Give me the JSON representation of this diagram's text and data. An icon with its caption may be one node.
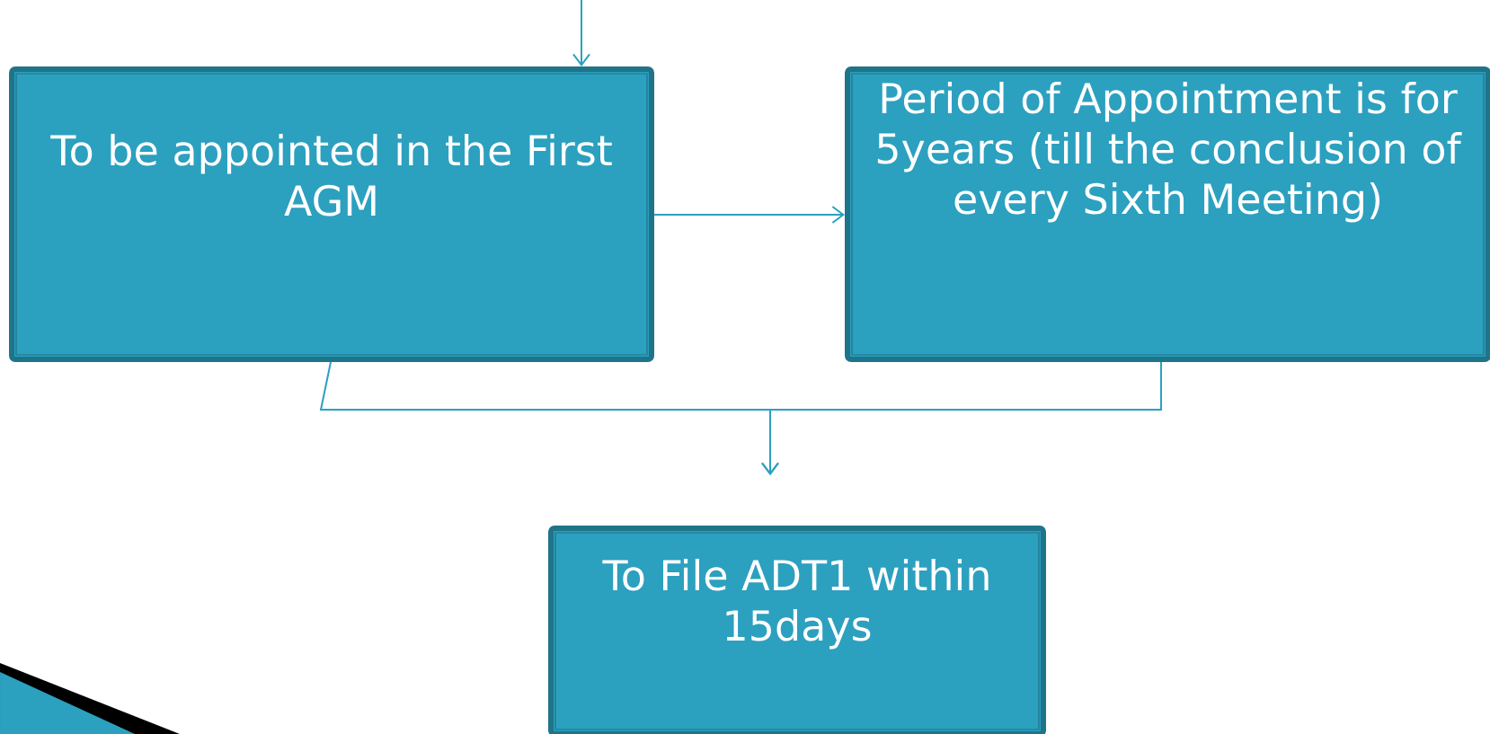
{
  "diagram": {
    "nodes": [
      {
        "text": [
          "To be appointed in the First AGM"
        ]
      },
      {
        "text": [
          "Period of Appointment is for 5years (till the conclusion of every Sixth Meeting)"
        ]
      },
      {
        "text": [
          "To File ADT1 within 15days"
        ]
      }
    ],
    "edges": [
      {
        "from": null,
        "to": 0,
        "arrow": "to"
      },
      {
        "from": 0,
        "to": 1,
        "arrow": "to"
      },
      {
        "from": 0,
        "to": 2,
        "arrow": "to"
      },
      {
        "from": 1,
        "to": 2,
        "arrow": "to"
      }
    ]
  }
}
